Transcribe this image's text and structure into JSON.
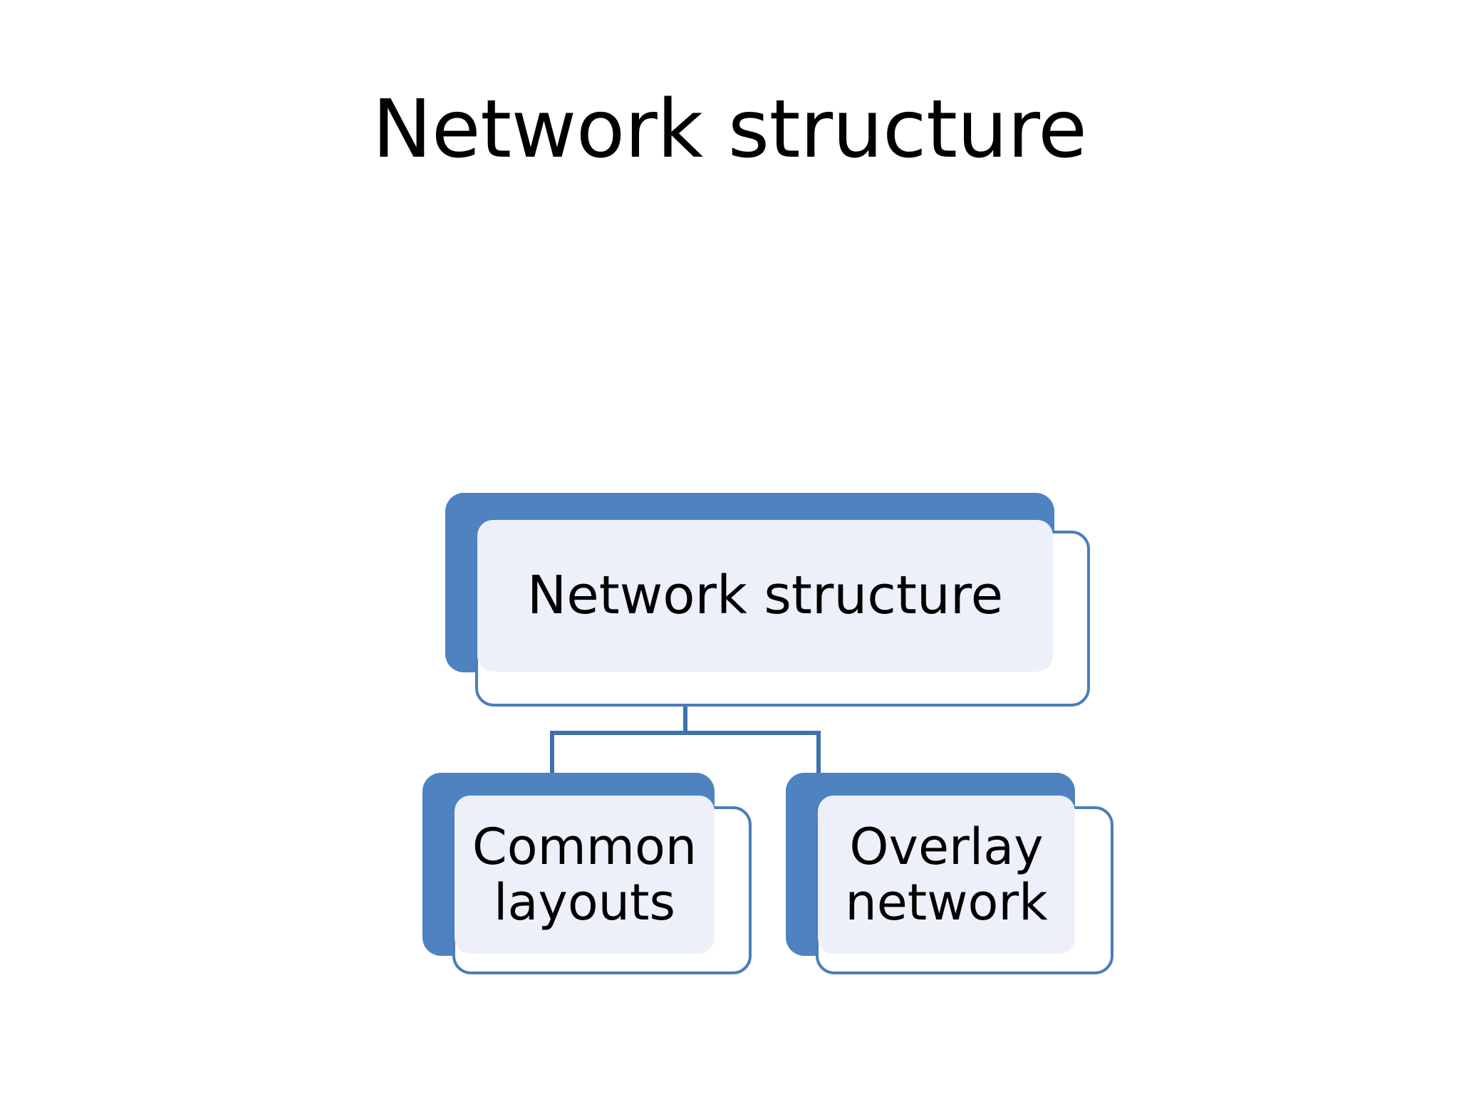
{
  "slide": {
    "title": "Network structure",
    "background_color": "#FFFFFF"
  },
  "theme": {
    "accent_blue": "#4E82C0",
    "outline_blue": "#4A7EBB",
    "connector_blue": "#3E72AD",
    "panel_fill": "#EDF0F8",
    "card_fill": "#FFFFFF",
    "text_color": "#000000"
  },
  "diagram": {
    "type": "hierarchy",
    "root": {
      "id": "root",
      "label": "Network structure"
    },
    "children": [
      {
        "id": "common-layouts",
        "label": "Common\nlayouts"
      },
      {
        "id": "overlay-network",
        "label": "Overlay\nnetwork"
      }
    ]
  }
}
